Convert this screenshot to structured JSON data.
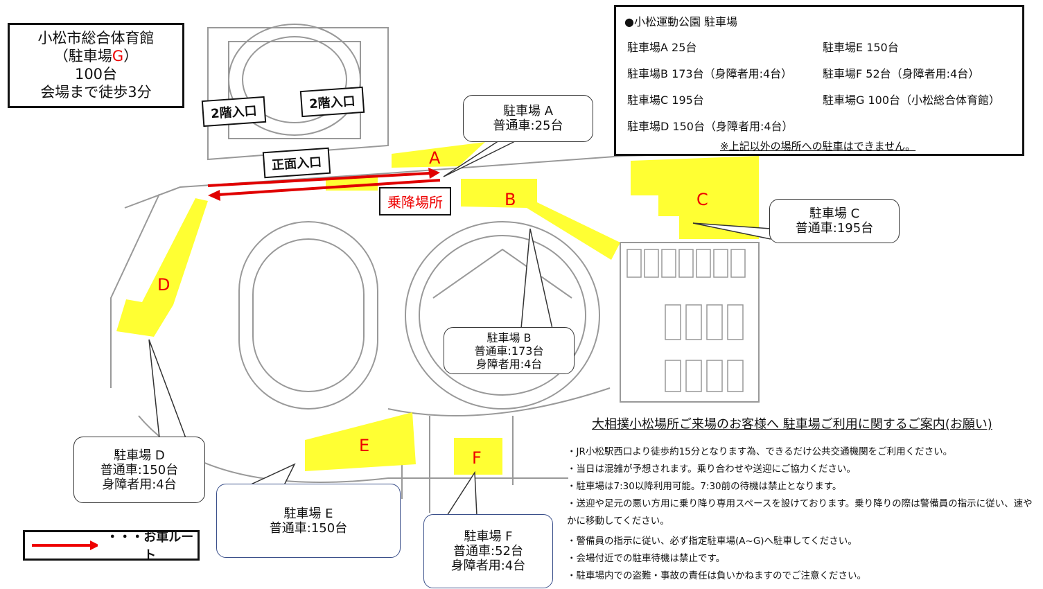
{
  "venue_box": {
    "line1": "小松市総合体育館",
    "line2_pre": "（駐車場",
    "line2_letter": "G",
    "line2_post": "）",
    "line3": "100台",
    "line4": "会場まで徒歩3分"
  },
  "entrances": {
    "second_floor_1": "2階入口",
    "second_floor_2": "2階入口",
    "front": "正面入口"
  },
  "drop_off": "乗降場所",
  "lot_labels": [
    "A",
    "B",
    "C",
    "D",
    "E",
    "F"
  ],
  "callouts": {
    "A": {
      "title": "駐車場 A",
      "lines": [
        "普通車:25台"
      ]
    },
    "B": {
      "title": "駐車場 B",
      "lines": [
        "普通車:173台",
        "身障者用:4台"
      ]
    },
    "C": {
      "title": "駐車場 C",
      "lines": [
        "普通車:195台"
      ]
    },
    "D": {
      "title": "駐車場 D",
      "lines": [
        "普通車:150台",
        "身障者用:4台"
      ]
    },
    "E": {
      "title": "駐車場 E",
      "lines": [
        "普通車:150台"
      ]
    },
    "F": {
      "title": "駐車場 F",
      "lines": [
        "普通車:52台",
        "身障者用:4台"
      ]
    }
  },
  "legend": {
    "label": "・・・お車ルート"
  },
  "parking_list": {
    "title": "●小松運動公園 駐車場",
    "left": [
      "駐車場A 25台",
      "駐車場B 173台（身障者用:4台）",
      "駐車場C 195台",
      "駐車場D 150台（身障者用:4台）"
    ],
    "right": [
      "駐車場E 150台",
      "駐車場F 52台（身障者用:4台）",
      "駐車場G 100台（小松総合体育館）"
    ],
    "note": "※上記以外の場所への駐車はできません。"
  },
  "notice": {
    "title": "大相撲小松場所ご来場のお客様へ 駐車場ご利用に関するご案内(お願い)",
    "items": [
      "・JR小松駅西口より徒歩約15分となります為、できるだけ公共交通機関をご利用ください。",
      "・当日は混雑が予想されます。乗り合わせや送迎にご協力ください。",
      "・駐車場は7:30以降利用可能。7:30前の待機は禁止となります。",
      "・送迎や足元の悪い方用に乗り降り専用スペースを設けております。乗り降りの際は警備員の指示に従い、速やかに移動してください。",
      "・警備員の指示に従い、必ず指定駐車場(A~G)へ駐車してください。",
      "・会場付近での駐車待機は禁止です。",
      "・駐車場内での盗難・事故の責任は負いかねますのでご注意ください。"
    ]
  },
  "colors": {
    "parking": "#ffff33",
    "route": "#e00000",
    "map_lines": "#888888"
  }
}
